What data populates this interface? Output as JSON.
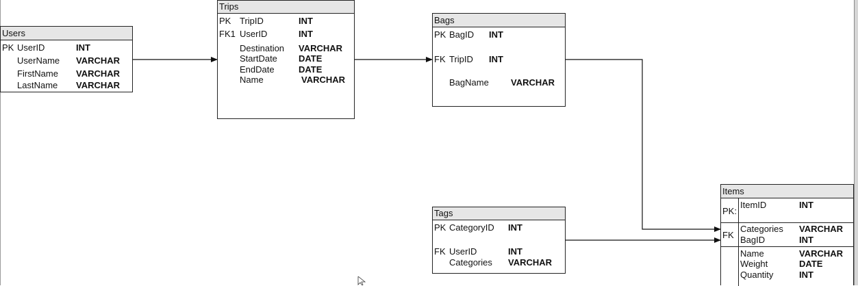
{
  "entities": {
    "users": {
      "title": "Users",
      "rows": [
        {
          "key": "PK",
          "name": "UserID",
          "type": "INT"
        },
        {
          "key": "",
          "name": "UserName",
          "type": "VARCHAR"
        },
        {
          "key": "",
          "name": "FirstName",
          "type": "VARCHAR"
        },
        {
          "key": "",
          "name": "LastName",
          "type": "VARCHAR"
        }
      ]
    },
    "trips": {
      "title": "Trips",
      "rows": [
        {
          "key": "PK",
          "name": "TripID",
          "type": "INT"
        },
        {
          "key": "FK1",
          "name": "UserID",
          "type": "INT"
        },
        {
          "key": "",
          "name": "Destination",
          "type": "VARCHAR"
        },
        {
          "key": "",
          "name": "StartDate",
          "type": "DATE"
        },
        {
          "key": "",
          "name": "EndDate",
          "type": "DATE"
        },
        {
          "key": "",
          "name": "Name",
          "type": "VARCHAR"
        }
      ]
    },
    "bags": {
      "title": "Bags",
      "rows": [
        {
          "key": "PK",
          "name": "BagID",
          "type": "INT"
        },
        {
          "key": "FK",
          "name": "TripID",
          "type": "INT"
        },
        {
          "key": "",
          "name": "BagName",
          "type": "VARCHAR"
        }
      ]
    },
    "tags": {
      "title": "Tags",
      "rows": [
        {
          "key": "PK",
          "name": "CategoryID",
          "type": "INT"
        },
        {
          "key": "FK",
          "name": "UserID",
          "type": "INT"
        },
        {
          "key": "",
          "name": "Categories",
          "type": "VARCHAR"
        }
      ]
    },
    "items": {
      "title": "Items",
      "rows": [
        {
          "key": "PK:",
          "name": "ItemID",
          "type": "INT"
        },
        {
          "key": "FK",
          "name": "Categories",
          "type": "VARCHAR"
        },
        {
          "key": "",
          "name": "BagID",
          "type": "INT"
        },
        {
          "key": "",
          "name": "Name",
          "type": "VARCHAR"
        },
        {
          "key": "",
          "name": "Weight",
          "type": "DATE"
        },
        {
          "key": "",
          "name": "Quantity",
          "type": "INT"
        }
      ]
    }
  },
  "relationships": [
    {
      "from": "Users",
      "to": "Trips"
    },
    {
      "from": "Trips",
      "to": "Bags"
    },
    {
      "from": "Bags",
      "to": "Items"
    },
    {
      "from": "Tags",
      "to": "Items"
    }
  ]
}
